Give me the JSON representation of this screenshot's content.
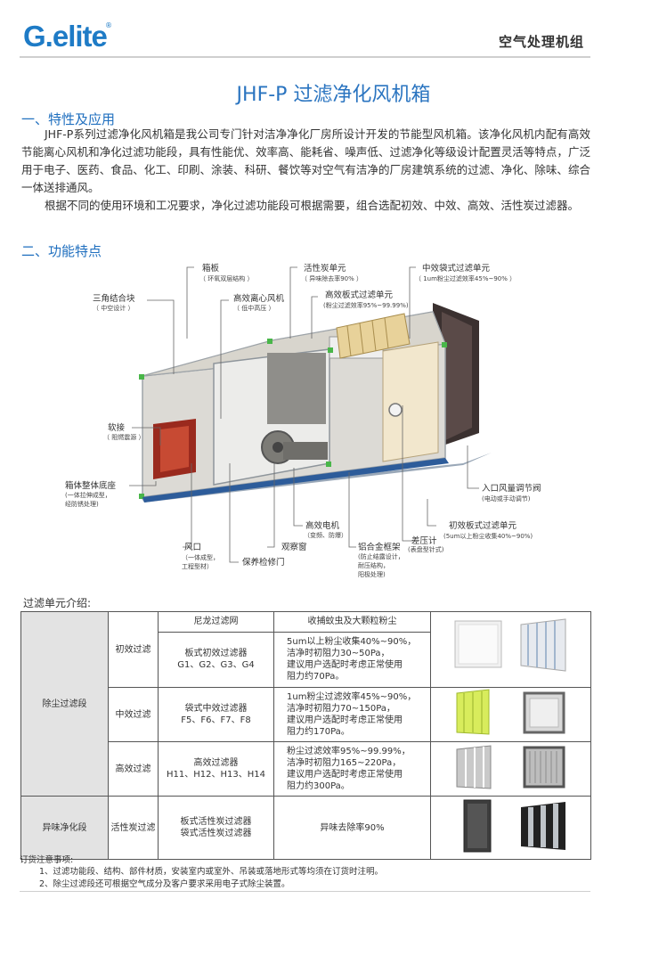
{
  "header": {
    "logo": "G.elite",
    "logo_reg": "®",
    "category": "空气处理机组"
  },
  "title": "JHF-P 过滤净化风机箱",
  "section1": {
    "heading": "一、特性及应用",
    "para1": "JHF-P系列过滤净化风机箱是我公司专门针对洁净净化厂房所设计开发的节能型风机箱。该净化风机内配有高效节能离心风机和净化过滤功能段，具有性能优、效率高、能耗省、噪声低、过滤净化等级设计配置灵活等特点，广泛用于电子、医药、食品、化工、印刷、涂装、科研、餐饮等对空气有洁净的厂房建筑系统的过滤、净化、除味、综合一体送排通风。",
    "para2": "根据不同的使用环境和工况要求，净化过滤功能段可根据需要，组合选配初效、中效、高效、活性炭过滤器。"
  },
  "section2": {
    "heading": "二、功能特点"
  },
  "callouts": {
    "box_panel": {
      "label": "箱板",
      "sub": "（ 环氧双层结构 ）"
    },
    "carbon_unit": {
      "label": "活性炭单元",
      "sub": "（ 异味除去率90% ）"
    },
    "bag_filter": {
      "label": "中效袋式过滤单元",
      "sub": "（ 1um粉尘过滤效率45%~90% ）"
    },
    "triangle_block": {
      "label": "三角结合块",
      "sub": "（ 中空设计 ）"
    },
    "fan": {
      "label": "高效离心风机",
      "sub": "（ 低中高压 ）"
    },
    "hepa": {
      "label": "高效板式过滤单元",
      "sub": "(粉尘过滤效率95%~99.99%)"
    },
    "soft_joint": {
      "label": "软接",
      "sub": "（ 阻燃震源 ）"
    },
    "base": {
      "label": "箱体整体底座",
      "sub1": "(一体拉伸成型，",
      "sub2": "经防锈处理)"
    },
    "damper": {
      "label": "入口风量调节阀",
      "sub": "(电动或手动调节)"
    },
    "motor": {
      "label": "高效电机",
      "sub": "（变频、防爆）"
    },
    "primary": {
      "label": "初效板式过滤单元",
      "sub": "(5um以上粉尘收集40%~90%)"
    },
    "gauge": {
      "label": "差压计",
      "sub": "(表盘型针式)"
    },
    "frame": {
      "label": "铝合金框架",
      "sub1": "(防止结露设计，",
      "sub2": "耐压结构，",
      "sub3": "阳极处理)"
    },
    "window": {
      "label": "观察窗"
    },
    "outlet": {
      "label": "风口",
      "sub1": "（一体成型，",
      "sub2": "工程型材）"
    },
    "door": {
      "label": "保养检修门"
    }
  },
  "filter_table": {
    "title": "过滤单元介绍:",
    "header_row": [
      "尼龙过滤网",
      "收捕蚊虫及大颗粒粉尘"
    ],
    "group_dust": "除尘过滤段",
    "group_odor": "异味净化段",
    "rows": [
      {
        "stage": "初效过滤",
        "type1": "板式初效过滤器",
        "type2": "G1、G2、G3、G4",
        "desc": [
          "5um以上粉尘收集40%~90%，",
          "洁净时初阻力30~50Pa，",
          "建议用户选配时考虑正常使用",
          "阻力约70Pa。"
        ]
      },
      {
        "stage": "中效过滤",
        "type1": "袋式中效过滤器",
        "type2": "F5、F6、F7、F8",
        "desc": [
          "1um粉尘过滤效率45%~90%，",
          "洁净时初阻力70~150Pa，",
          "建议用户选配时考虑正常使用",
          "阻力约170Pa。"
        ]
      },
      {
        "stage": "高效过滤",
        "type1": "高效过滤器",
        "type2": "H11、H12、H13、H14",
        "desc": [
          "粉尘过滤效率95%~99.99%，",
          "洁净时初阻力165~220Pa，",
          "建议用户选配时考虑正常使用",
          "阻力约300Pa。"
        ]
      },
      {
        "stage": "活性炭过滤",
        "type1": "板式活性炭过滤器",
        "type2": "袋式活性炭过滤器",
        "desc": [
          "异味去除率90%"
        ]
      }
    ]
  },
  "notes": {
    "title": "订货注意事项:",
    "items": [
      "1、过滤功能段、结构、部件材质，安装室内或室外、吊装或落地形式等均须在订货时注明。",
      "2、除尘过滤段还可根据空气成分及客户要求采用电子式除尘装置。"
    ]
  },
  "colors": {
    "brand": "#1e7bc6",
    "heading": "#1f6fbf",
    "rule": "#cfcfcf",
    "shade": "#e3e3e3"
  }
}
